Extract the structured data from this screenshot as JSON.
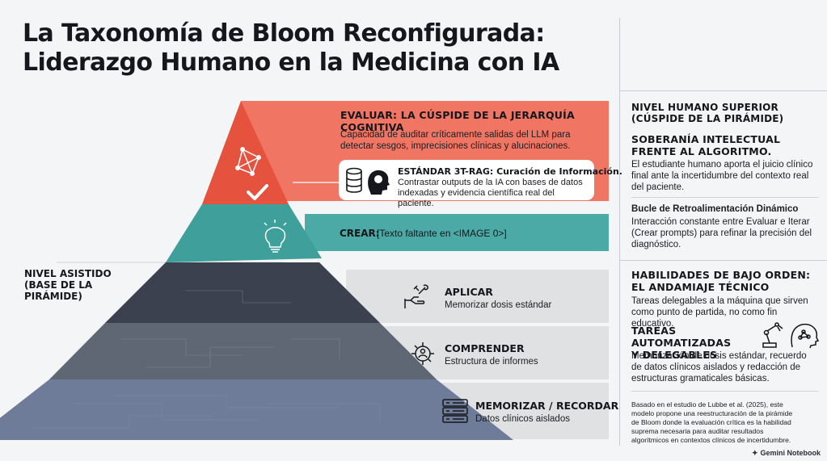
{
  "title": {
    "line1": "La Taxonomía de Bloom Reconfigurada:",
    "line2": "Liderazgo Humano en la Medicina con IA"
  },
  "pyramid": {
    "levels": [
      {
        "name": "evaluar",
        "color": "#e5533f"
      },
      {
        "name": "crear",
        "color": "#3f9f9b"
      },
      {
        "name": "aplicar",
        "color": "#3c4150"
      },
      {
        "name": "comprender",
        "color": "#5e6773"
      },
      {
        "name": "memorizar",
        "color": "#6e7c99"
      }
    ],
    "icons": [
      "network-icon",
      "checkmark-icon",
      "lightbulb-icon"
    ]
  },
  "evaluar": {
    "title": "EVALUAR: LA CÚSPIDE DE LA JERARQUÍA COGNITIVA",
    "desc": "Capacidad de auditar críticamente salidas del LLM para detectar sesgos, imprecisiones clínicas y alucinaciones.",
    "standard": {
      "title": "ESTÁNDAR 3T-RAG: Curación de Información.",
      "desc": "Contrastar outputs de la IA con bases de datos indexadas y evidencia científica real del paciente.",
      "icons": [
        "database-icon",
        "human-head-icon"
      ]
    }
  },
  "crear": {
    "title": "CREAR:",
    "desc": "[Texto faltante en <IMAGE 0>]"
  },
  "lower_rows": [
    {
      "title": "APLICAR",
      "desc": "Memorizar dosis estándar",
      "icon": "wrench-hand-icon"
    },
    {
      "title": "COMPRENDER",
      "desc": "Estructura de informes",
      "icon": "structure-icon"
    },
    {
      "title": "MEMORIZAR / RECORDAR",
      "desc": "Datos clínicos aislados",
      "icon": "server-list-icon"
    }
  ],
  "left_label": {
    "line1": "NIVEL ASISTIDO",
    "line2": "(BASE DE LA",
    "line3": "PIRÁMIDE)"
  },
  "right": {
    "superior": {
      "line1": "NIVEL HUMANO SUPERIOR",
      "line2": "(CÚSPIDE DE LA PIRÁMIDE)"
    },
    "soberania": {
      "line1": "SOBERANÍA INTELECTUAL",
      "line2": "FRENTE AL ALGORITMO.",
      "desc": "El estudiante humano aporta el juicio clínico final ante la incertidumbre del contexto real del paciente."
    },
    "bucle": {
      "title": "Bucle de Retroalimentación Dinámico",
      "desc": "Interacción constante entre Evaluar e Iterar (Crear prompts) para refinar la precisión del diagnóstico."
    },
    "bajo": {
      "line1": "HABILIDADES DE BAJO ORDEN:",
      "line2": "EL ANDAMIAJE TÉCNICO",
      "desc": "Tareas delegables a la máquina que sirven como punto de partida, no como fin educativo."
    },
    "automatizadas": {
      "line1": "TAREAS AUTOMATIZADAS",
      "line2": "Y DELEGABLES",
      "desc": "Memorización de dosis estándar, recuerdo de datos clínicos aislados y redacción de estructuras gramaticales básicas.",
      "icons": [
        "robot-arm-icon",
        "ai-head-icon"
      ]
    },
    "note": "Basado en el estudio de Lubbe et al. (2025), este modelo propone una reestructuración de la pirámide de Bloom donde la evaluación crítica es la habilidad suprema necesaria para auditar resultados algorítmicos en contextos clínicos de incertidumbre."
  },
  "brand": "Gemini Notebook"
}
